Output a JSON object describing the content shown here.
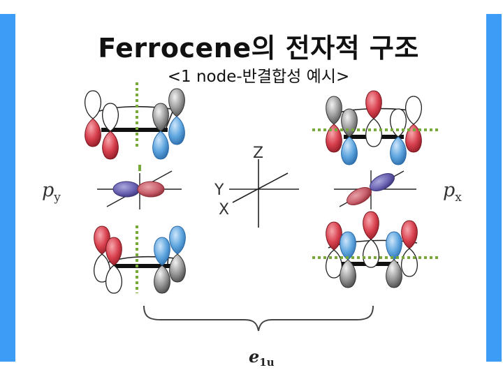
{
  "slide": {
    "title": "Ferrocene의 전자적 구조",
    "subtitle": "<1 node-반결합성 예시>"
  },
  "diagram": {
    "labels": {
      "left_orbital": {
        "main": "p",
        "sub": "y"
      },
      "right_orbital": {
        "main": "p",
        "sub": "x"
      },
      "symmetry": {
        "main": "e",
        "sub": "1u"
      }
    },
    "axes": {
      "z": "Z",
      "y": "Y",
      "x": "X"
    },
    "colors": {
      "positive_lobe": "#d9414f",
      "negative_lobe": "#5fa6df",
      "grey_lobe": "#9a9a9a",
      "node_line": "#76a83a",
      "side_bar": "#3d9cf5"
    }
  }
}
